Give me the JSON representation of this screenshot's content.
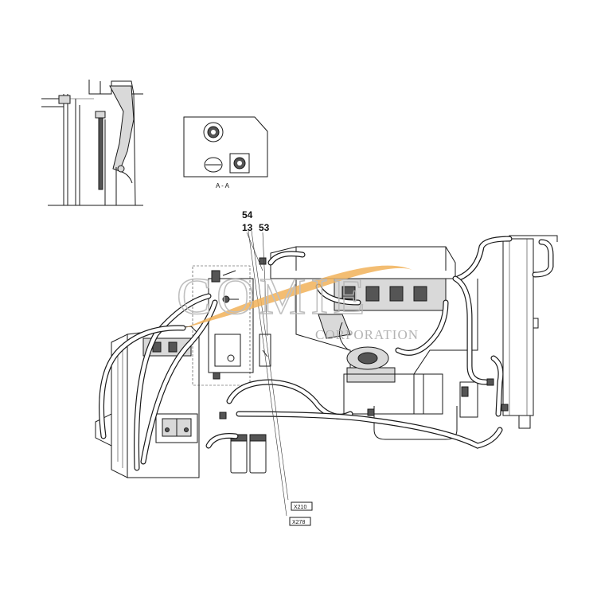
{
  "section_label": "A - A",
  "callouts": {
    "c54": "54",
    "c13": "13",
    "c53": "53"
  },
  "connectors": {
    "x210": "X210",
    "x278": "X278"
  },
  "watermark": {
    "brand": "COMIE",
    "sub": "CORPORATION",
    "swoosh_color": "#f2b25a"
  }
}
